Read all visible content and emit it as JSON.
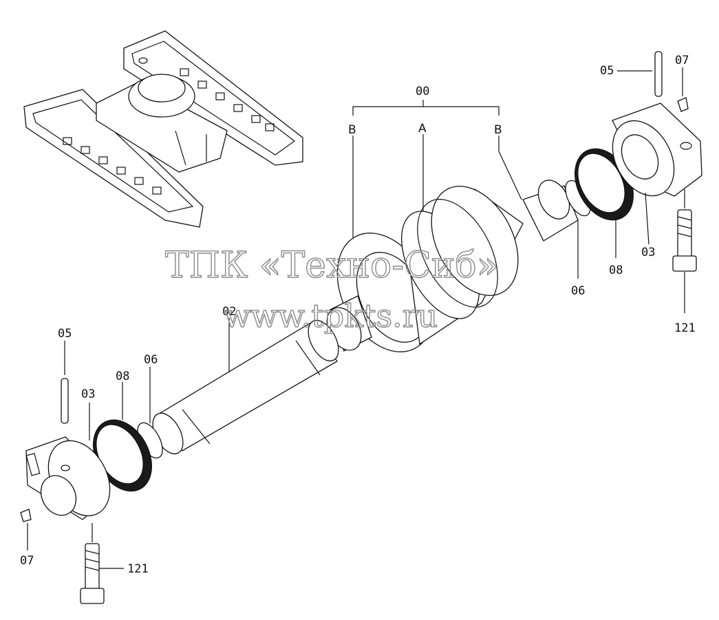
{
  "labels": {
    "assembly": "00",
    "sub_a": "A",
    "sub_b_left": "B",
    "sub_b_right": "B",
    "shaft": "02",
    "collar_right": "03",
    "collar_left": "03",
    "pin_right": "05",
    "pin_left": "05",
    "oring_right": "06",
    "oring_left": "06",
    "plug_right": "07",
    "plug_left": "07",
    "seal_right": "08",
    "seal_left": "08",
    "bolt_right": "121",
    "bolt_left": "121"
  },
  "watermark": {
    "line1": "ТПК «Техно-Сиб»",
    "line2": "www.tpkts.ru"
  }
}
